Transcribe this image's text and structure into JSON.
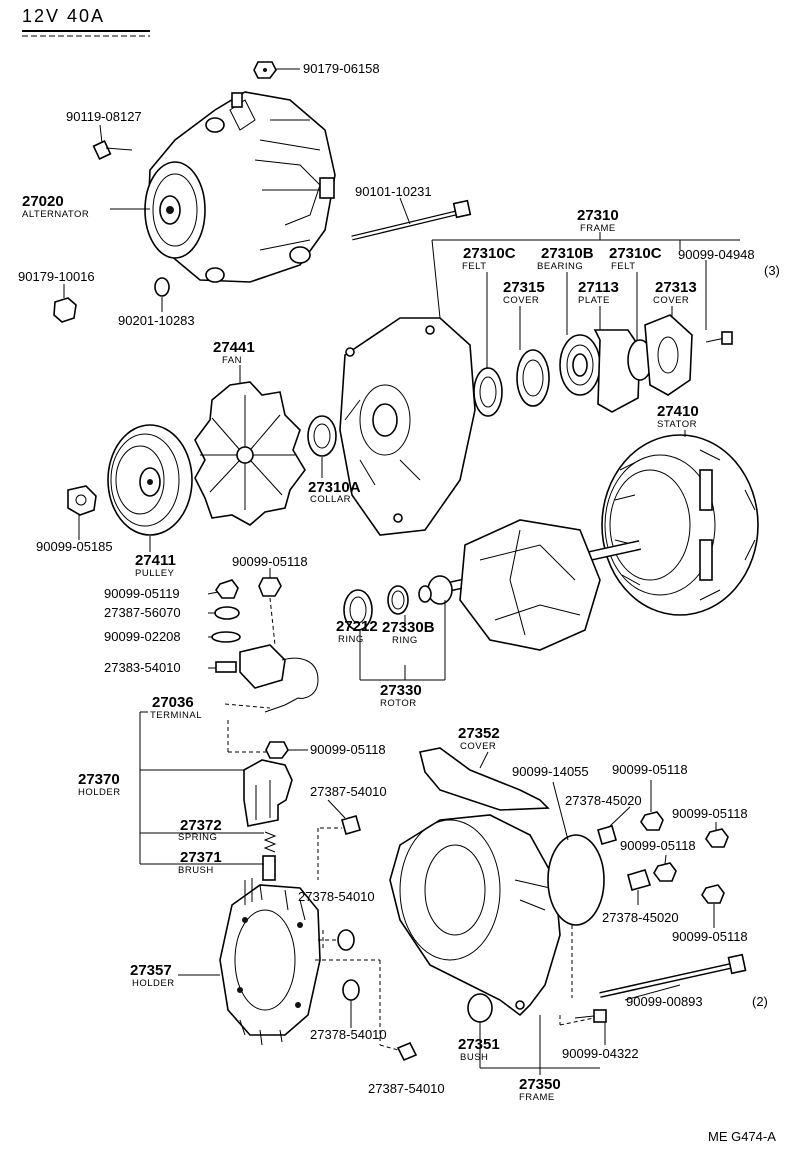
{
  "header": {
    "title": "12V  40A"
  },
  "footer": {
    "code": "ME G474-A"
  },
  "labels": {
    "alternator_num": "27020",
    "alternator_name": "ALTERNATOR",
    "bolt_top": "90119-08127",
    "nut_top": "90179-06158",
    "nut_left": "90179-10016",
    "washer_left": "90201-10283",
    "thru_bolt": "90101-10231",
    "frame_num": "27310",
    "frame_name": "FRAME",
    "felt1_num": "27310C",
    "felt1_name": "FELT",
    "bearing_num": "27310B",
    "bearing_name": "BEARING",
    "felt2_num": "27310C",
    "felt2_name": "FELT",
    "screw_right": "90099-04948",
    "screw_right_qty": "(3)",
    "cover1_num": "27315",
    "cover1_name": "COVER",
    "plate_num": "27113",
    "plate_name": "PLATE",
    "cover2_num": "27313",
    "cover2_name": "COVER",
    "fan_num": "27441",
    "fan_name": "FAN",
    "collar_num": "27310A",
    "collar_name": "COLLAR",
    "stator_num": "27410",
    "stator_name": "STATOR",
    "pulley_nut": "90099-05185",
    "pulley_num": "27411",
    "pulley_name": "PULLEY",
    "nut_a": "90099-05118",
    "nut_b": "90099-05119",
    "ins_a": "27387-56070",
    "washer_a": "90099-02208",
    "ins_b": "27383-54010",
    "terminal_num": "27036",
    "terminal_name": "TERMINAL",
    "ring1_num": "27212",
    "ring1_name": "RING",
    "ring2_num": "27330B",
    "ring2_name": "RING",
    "rotor_num": "27330",
    "rotor_name": "ROTOR",
    "nut_c": "90099-05118",
    "holder_num": "27370",
    "holder_name": "HOLDER",
    "spring_num": "27372",
    "spring_name": "SPRING",
    "brush_num": "27371",
    "brush_name": "BRUSH",
    "cover3_num": "27352",
    "cover3_name": "COVER",
    "oring": "90099-14055",
    "nut_d": "90099-05118",
    "bush_ins1": "27378-45020",
    "nut_e": "90099-05118",
    "nut_f": "90099-05118",
    "ins_c": "27387-54010",
    "ins_d": "27378-54010",
    "bush_ins2": "27378-45020",
    "nut_g": "90099-05118",
    "holder2_num": "27357",
    "holder2_name": "HOLDER",
    "long_bolt": "90099-00893",
    "long_bolt_qty": "(2)",
    "ins_e": "27378-54010",
    "bush_num": "27351",
    "bush_name": "BUSH",
    "screw_b": "90099-04322",
    "frame2_num": "27350",
    "frame2_name": "FRAME",
    "ins_f": "27387-54010"
  }
}
